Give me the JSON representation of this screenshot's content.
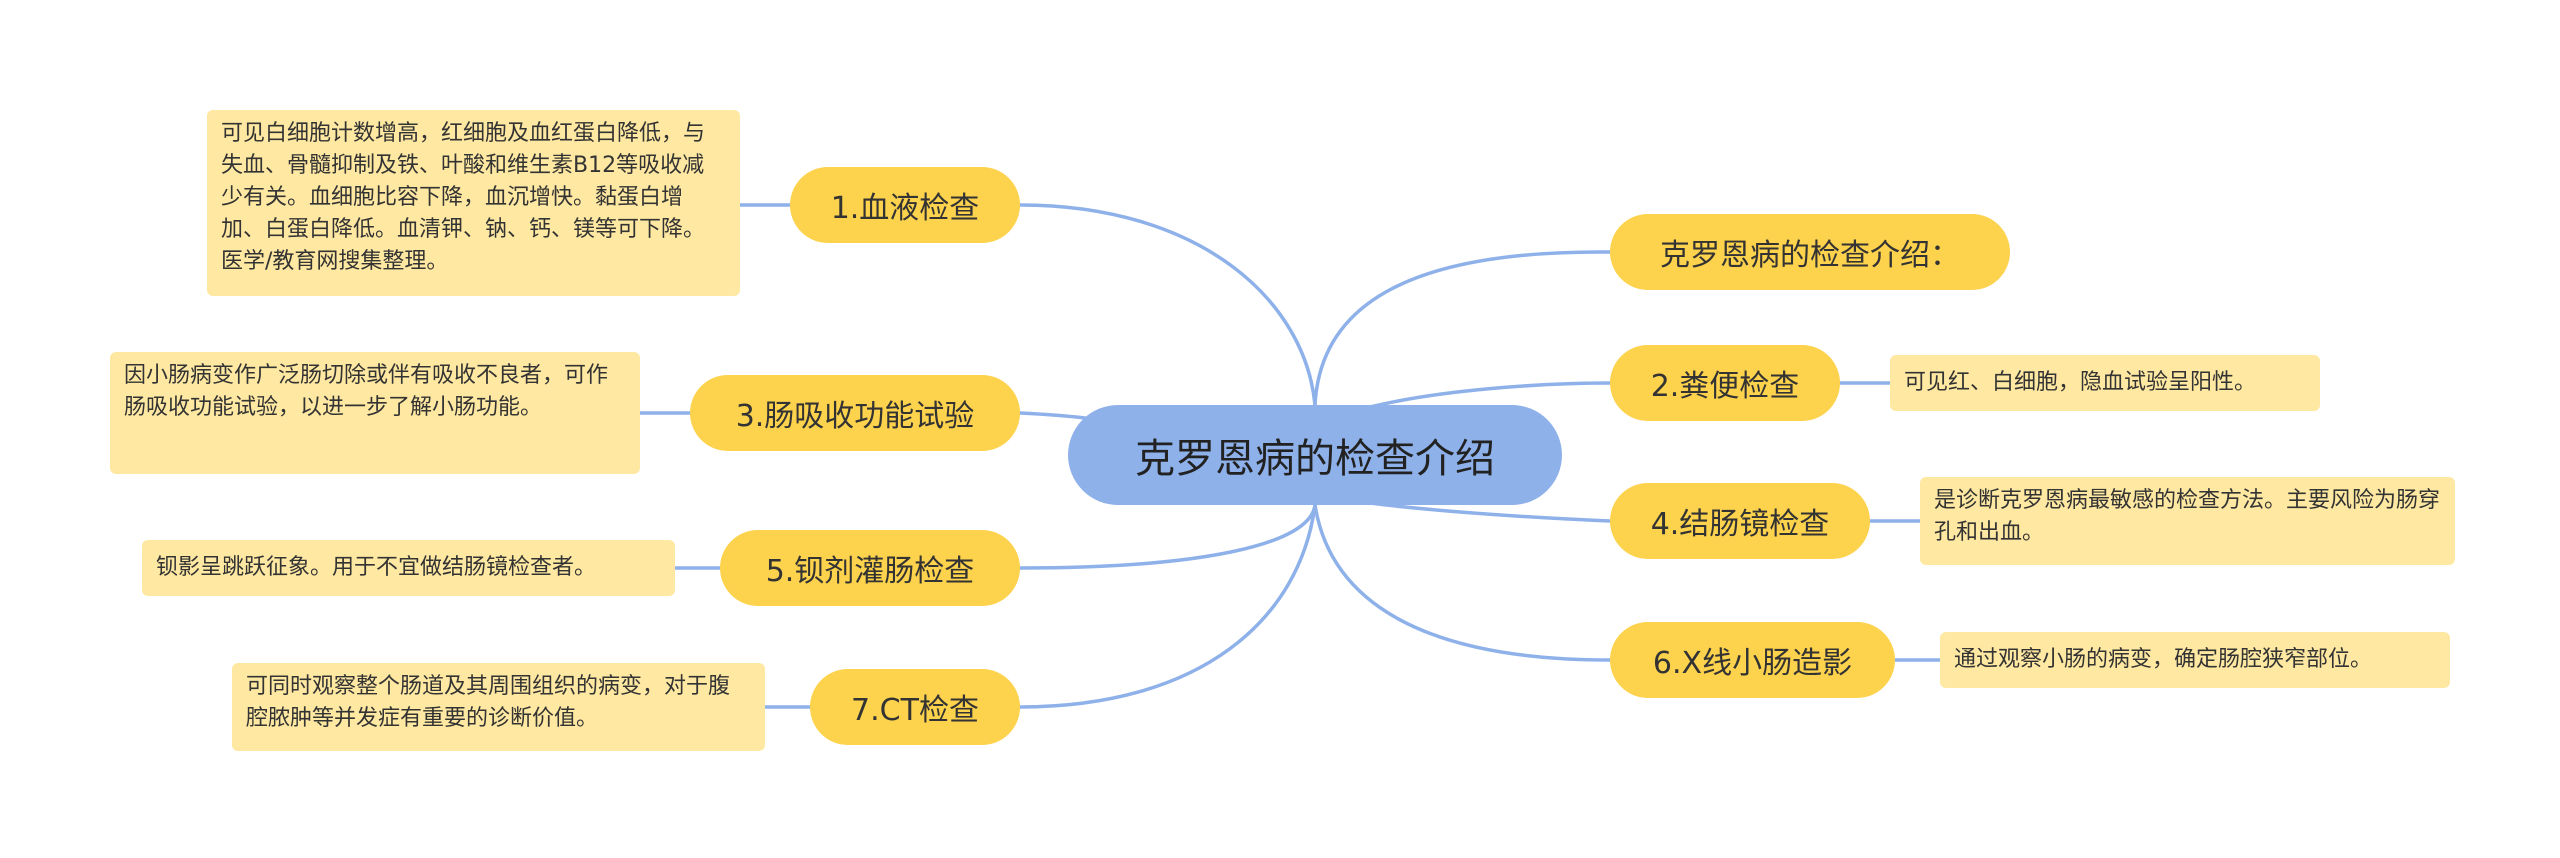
{
  "central": {
    "title": "克罗恩病的检查介绍"
  },
  "branches": {
    "intro": {
      "label": "克罗恩病的检查介绍："
    },
    "blood": {
      "label": "1.血液检查",
      "note": "可见白细胞计数增高，红细胞及血红蛋白降低，与失血、骨髓抑制及铁、叶酸和维生素B12等吸收减少有关。血细胞比容下降，血沉增快。黏蛋白增加、白蛋白降低。血清钾、钠、钙、镁等可下降。医学/教育网搜集整理。"
    },
    "stool": {
      "label": "2.粪便检查",
      "note": "可见红、白细胞，隐血试验呈阳性。"
    },
    "absorption": {
      "label": "3.肠吸收功能试验",
      "note": "因小肠病变作广泛肠切除或伴有吸收不良者，可作肠吸收功能试验，以进一步了解小肠功能。"
    },
    "colonoscopy": {
      "label": "4.结肠镜检查",
      "note": "是诊断克罗恩病最敏感的检查方法。主要风险为肠穿孔和出血。"
    },
    "barium": {
      "label": "5.钡剂灌肠检查",
      "note": "钡影呈跳跃征象。用于不宜做结肠镜检查者。"
    },
    "xray": {
      "label": "6.X线小肠造影",
      "note": "通过观察小肠的病变，确定肠腔狭窄部位。"
    },
    "ct": {
      "label": "7.CT检查",
      "note": "可同时观察整个肠道及其周围组织的病变，对于腹腔脓肿等并发症有重要的诊断价值。"
    }
  },
  "colors": {
    "central_fill": "#8eb1ea",
    "branch_fill": "#fdd24c",
    "leaf_fill": "#fee8a2",
    "connector": "#8eb1ea"
  }
}
